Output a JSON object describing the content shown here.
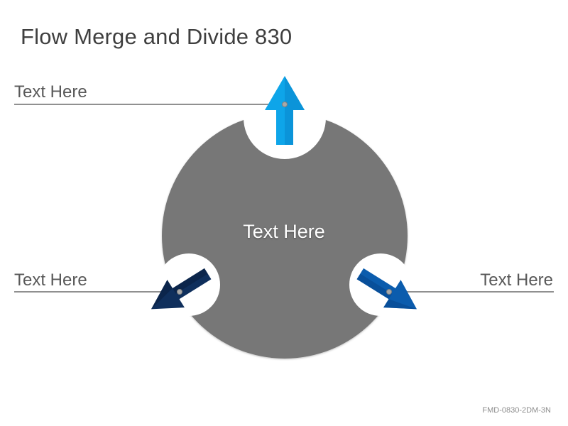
{
  "title": "Flow Merge and Divide 830",
  "center": {
    "label": "Text Here"
  },
  "labels": {
    "top": "Text Here",
    "left": "Text Here",
    "right": "Text Here"
  },
  "footer": {
    "code": "FMD-0830-2DM-3N"
  },
  "colors": {
    "disc": "#777777",
    "arrow_top": "#0ea5e9",
    "arrow_left": "#0f2f5c",
    "arrow_right": "#0b5cad",
    "leader_line": "#909090"
  }
}
